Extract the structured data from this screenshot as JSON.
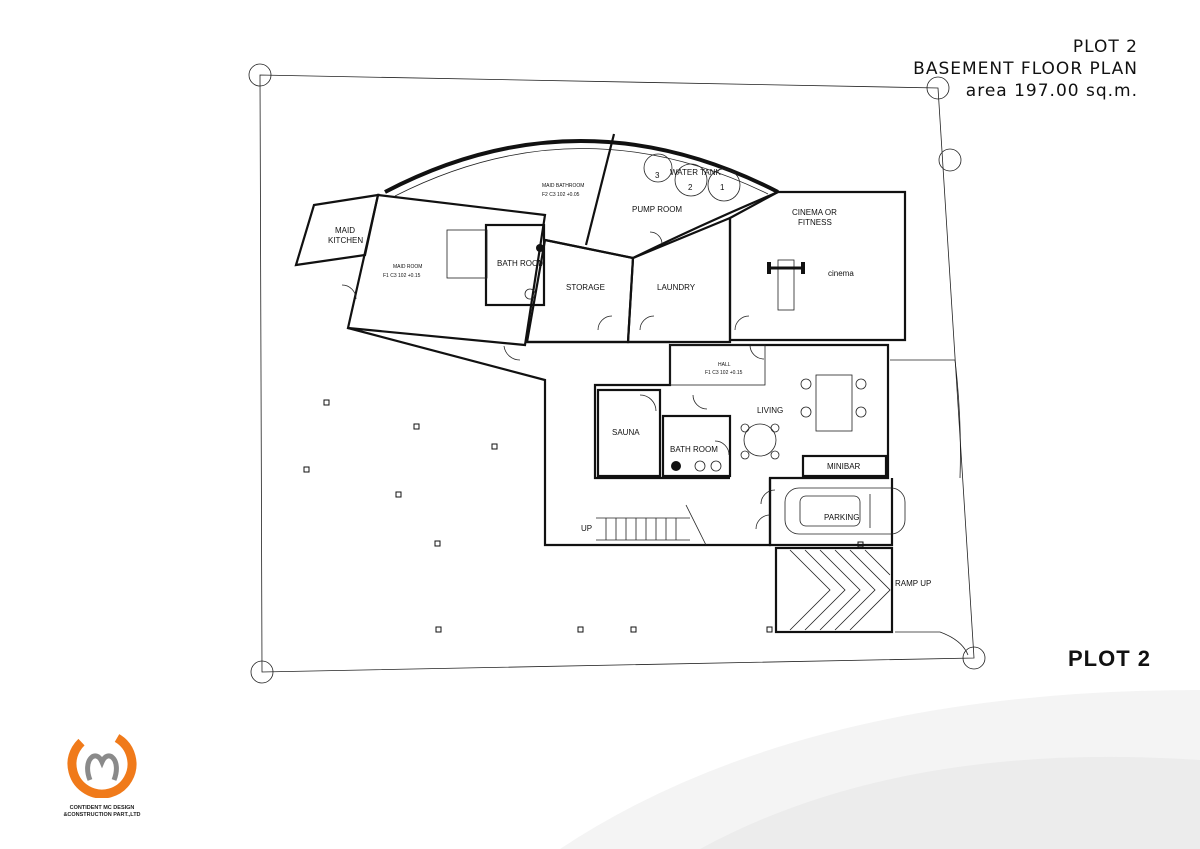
{
  "title": {
    "line1": "PLOT 2",
    "line2": "BASEMENT FLOOR PLAN",
    "line3": "area 197.00 sq.m."
  },
  "plot_label": "PLOT 2",
  "rooms": {
    "maid_kitchen_1": "MAID",
    "maid_kitchen_2": "KITCHEN",
    "maid_room_tag": "MAID ROOM",
    "maid_room_code": "F1  C3  102  +0.15",
    "maid_bathroom_tag": "MAID BATHROOM",
    "maid_bathroom_code": "F2  C3  102  +0.05",
    "bath_room_1": "BATH ROOM",
    "storage": "STORAGE",
    "water_tank": "WATER TANK",
    "tank_1": "1",
    "tank_2": "2",
    "tank_3": "3",
    "pump_room": "PUMP ROOM",
    "laundry": "LAUNDRY",
    "cinema_1": "CINEMA OR",
    "cinema_2": "FITNESS",
    "cinema_sign": "cinema",
    "hall_tag": "HALL",
    "hall_code": "F1  C3  102  +0.15",
    "living": "LIVING",
    "sauna": "SAUNA",
    "bath_room_2": "BATH ROOM",
    "minibar": "MINIBAR",
    "parking": "PARKING",
    "ramp_up": "RAMP UP",
    "up": "UP"
  },
  "logo": {
    "text": "CONTIDENT MC DESIGN\n&CONSTRUCTION PART.,LTD",
    "color_orange": "#f07a1a",
    "color_gray": "#8a8a8a"
  }
}
